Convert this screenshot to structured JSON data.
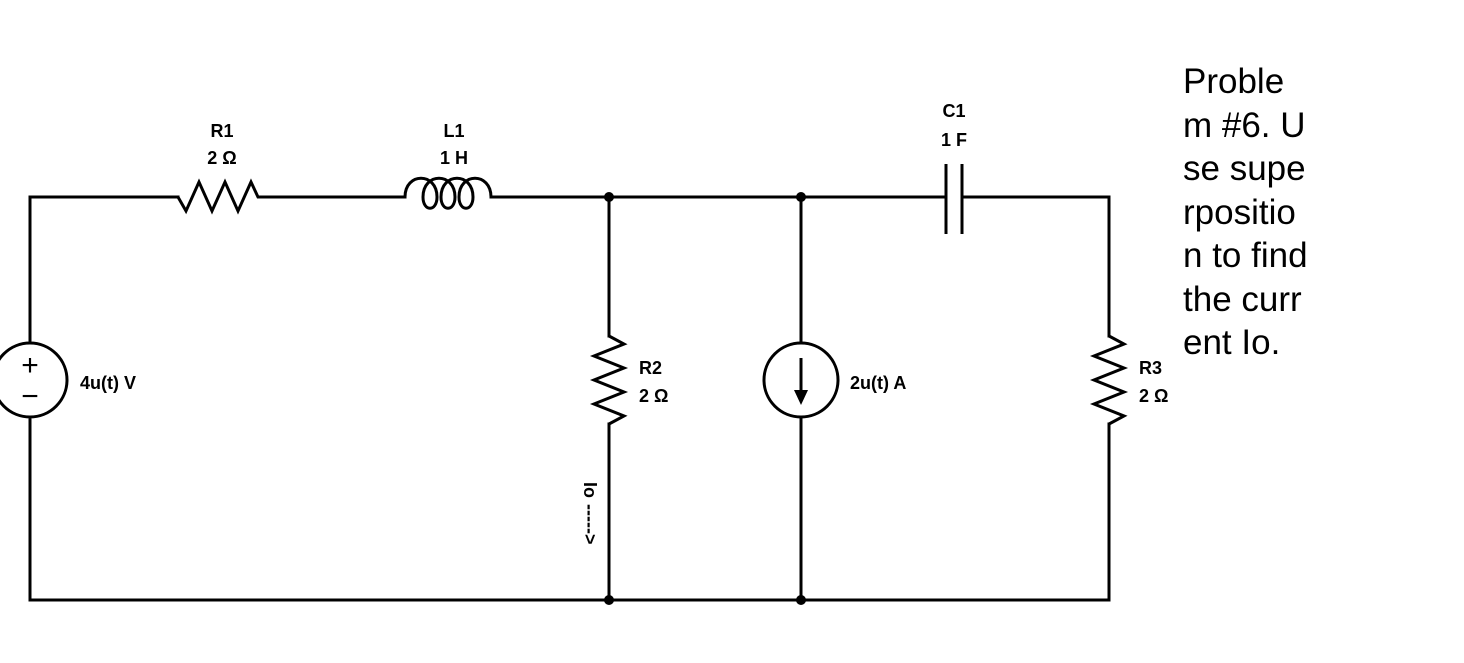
{
  "components": {
    "R1": {
      "name": "R1",
      "value": "2 Ω"
    },
    "L1": {
      "name": "L1",
      "value": "1 H"
    },
    "C1": {
      "name": "C1",
      "value": "1 F"
    },
    "R2": {
      "name": "R2",
      "value": "2 Ω"
    },
    "R3": {
      "name": "R3",
      "value": "2 Ω"
    }
  },
  "sources": {
    "voltage": {
      "label": "4u(t) V",
      "plus": "+",
      "minus": "−"
    },
    "current": {
      "label": "2u(t) A"
    }
  },
  "measurement": {
    "label": "Io",
    "arrow": "----->"
  },
  "problem_text": "Problem #6. Use superposition to find the current Io."
}
